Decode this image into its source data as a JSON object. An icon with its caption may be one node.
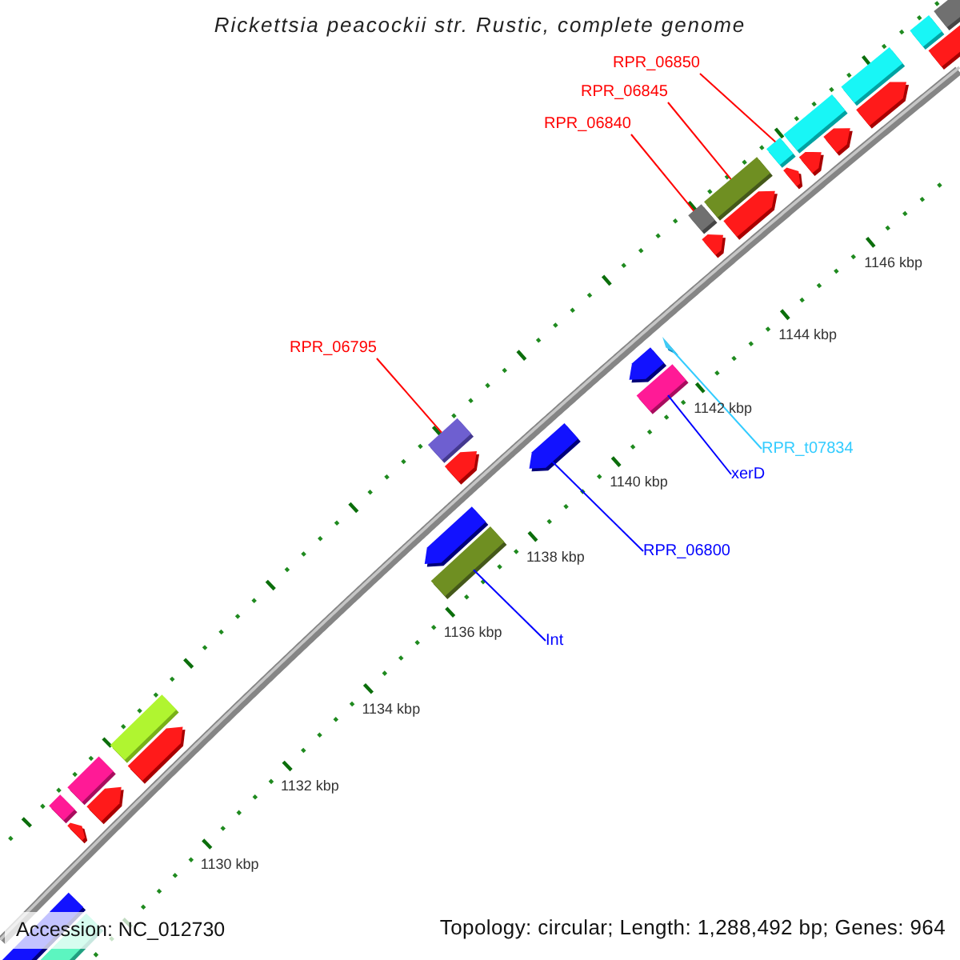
{
  "diagram": {
    "title": "Rickettsia peacockii str. Rustic, complete genome",
    "nodes": [
      {
        "text": [
          "RPR_06850"
        ]
      },
      {
        "text": [
          "RPR_06845"
        ]
      },
      {
        "text": [
          "RPR_06840"
        ]
      },
      {
        "text": [
          "RPR_06795"
        ]
      },
      {
        "text": [
          "RPR_t07834"
        ]
      },
      {
        "text": [
          "xerD"
        ]
      },
      {
        "text": [
          "RPR_06800"
        ]
      },
      {
        "text": [
          "Int"
        ]
      },
      {
        "text": [],
        "shape": "box"
      },
      {
        "text": [],
        "shape": "box"
      },
      {
        "text": [],
        "shape": "pentagon"
      },
      {
        "text": [],
        "shape": "box"
      },
      {
        "text": [],
        "shape": "pentagon"
      },
      {
        "text": [],
        "shape": "box"
      },
      {
        "text": [],
        "shape": "pentagon"
      },
      {
        "text": [],
        "shape": "box"
      },
      {
        "text": [],
        "shape": "pentagon"
      },
      {
        "text": [],
        "shape": "box"
      },
      {
        "text": [],
        "shape": "pentagon"
      },
      {
        "text": [],
        "shape": "pentagon"
      },
      {
        "text": [],
        "shape": "box"
      },
      {
        "text": [],
        "shape": "pentagon"
      },
      {
        "text": [],
        "shape": "triangle"
      },
      {
        "text": [],
        "shape": "pentagon"
      },
      {
        "text": [],
        "shape": "box"
      },
      {
        "text": [],
        "shape": "box"
      },
      {
        "text": [],
        "shape": "pentagon"
      },
      {
        "text": [],
        "shape": "pentagon"
      },
      {
        "text": [],
        "shape": "pentagon"
      },
      {
        "text": [],
        "shape": "box"
      },
      {
        "text": [],
        "shape": "box"
      },
      {
        "text": [],
        "shape": "pentagon"
      },
      {
        "text": [],
        "shape": "box"
      },
      {
        "text": [],
        "shape": "pentagon"
      },
      {
        "text": [],
        "shape": "box"
      },
      {
        "text": [],
        "shape": "pentagon"
      },
      {
        "text": [],
        "shape": "pentagon"
      },
      {
        "text": [],
        "shape": "box"
      }
    ],
    "edges": [
      {
        "from": 0,
        "to": 15,
        "arrow": "none"
      },
      {
        "from": 1,
        "to": 17,
        "arrow": "none"
      },
      {
        "from": 2,
        "to": 20,
        "arrow": "none"
      },
      {
        "from": 3,
        "to": 25,
        "arrow": "none"
      },
      {
        "from": 4,
        "to": 22,
        "arrow": "none",
        "color": "#33ccff"
      },
      {
        "from": 5,
        "to": 24,
        "arrow": "none",
        "color": "#0000ff"
      },
      {
        "from": 6,
        "to": 26,
        "arrow": "none",
        "color": "#0000ff"
      },
      {
        "from": 7,
        "to": 29,
        "arrow": "none",
        "color": "#0000ff"
      }
    ],
    "labels": [
      "1146 kbp",
      "1144 kbp",
      "1142 kbp",
      "1140 kbp",
      "1138 kbp",
      "1136 kbp",
      "1134 kbp",
      "1132 kbp",
      "1130 kbp",
      "Accession: NC_012730",
      "Topology: circular; Length: 1,288,492 bp; Genes: 964"
    ]
  }
}
